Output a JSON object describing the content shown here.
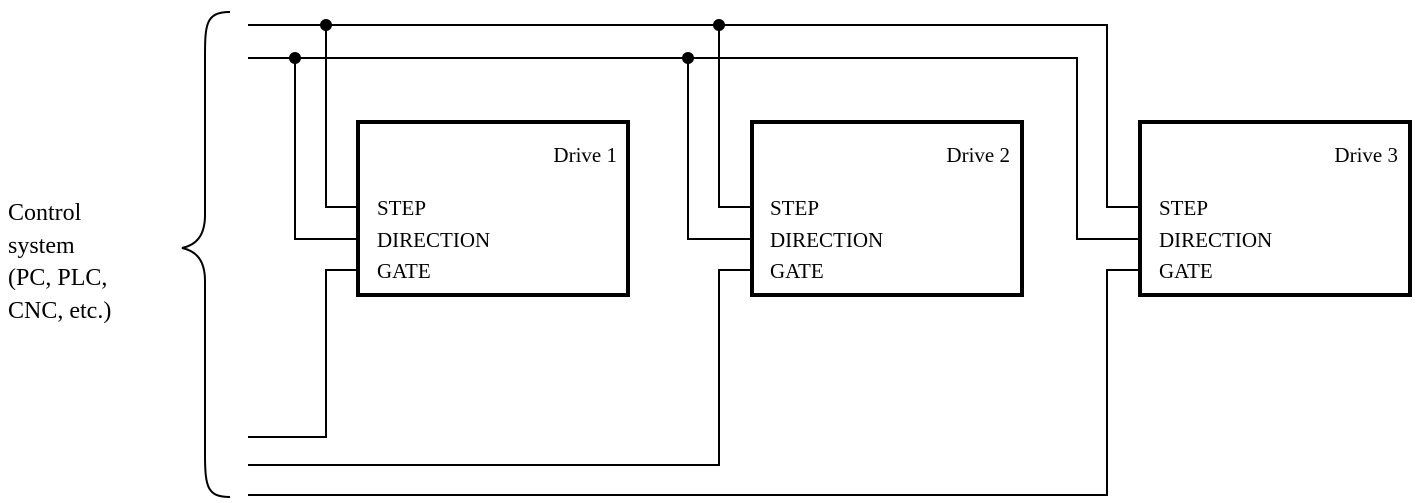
{
  "control_system": {
    "lines": [
      "Control",
      "system",
      "(PC, PLC,",
      "CNC, etc.)"
    ]
  },
  "drives": [
    {
      "title": "Drive 1",
      "pins": {
        "step": "STEP",
        "direction": "DIRECTION",
        "gate": "GATE"
      }
    },
    {
      "title": "Drive 2",
      "pins": {
        "step": "STEP",
        "direction": "DIRECTION",
        "gate": "GATE"
      }
    },
    {
      "title": "Drive 3",
      "pins": {
        "step": "STEP",
        "direction": "DIRECTION",
        "gate": "GATE"
      }
    }
  ]
}
